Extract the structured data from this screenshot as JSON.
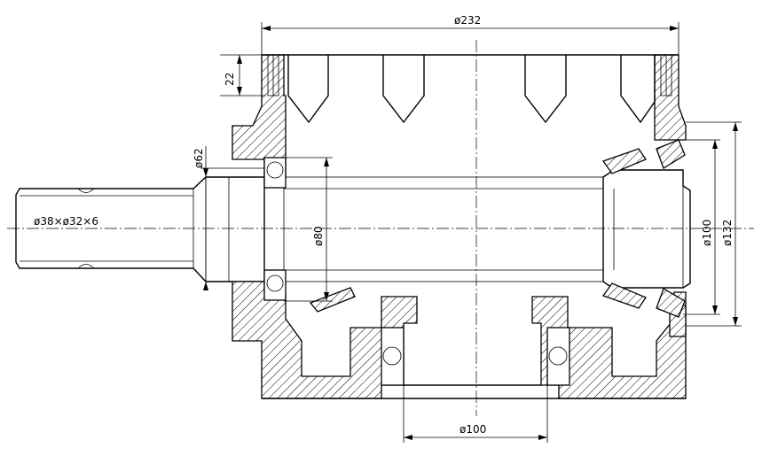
{
  "dimensions": {
    "overall_width": "ø232",
    "flange_height": "22",
    "shaft_bearing_od": "ø62",
    "spline": "ø38×ø32×6",
    "inner_shaft": "ø80",
    "inner_bore": "ø100",
    "outer_housing": "ø132",
    "bottom_bore": "ø100"
  }
}
